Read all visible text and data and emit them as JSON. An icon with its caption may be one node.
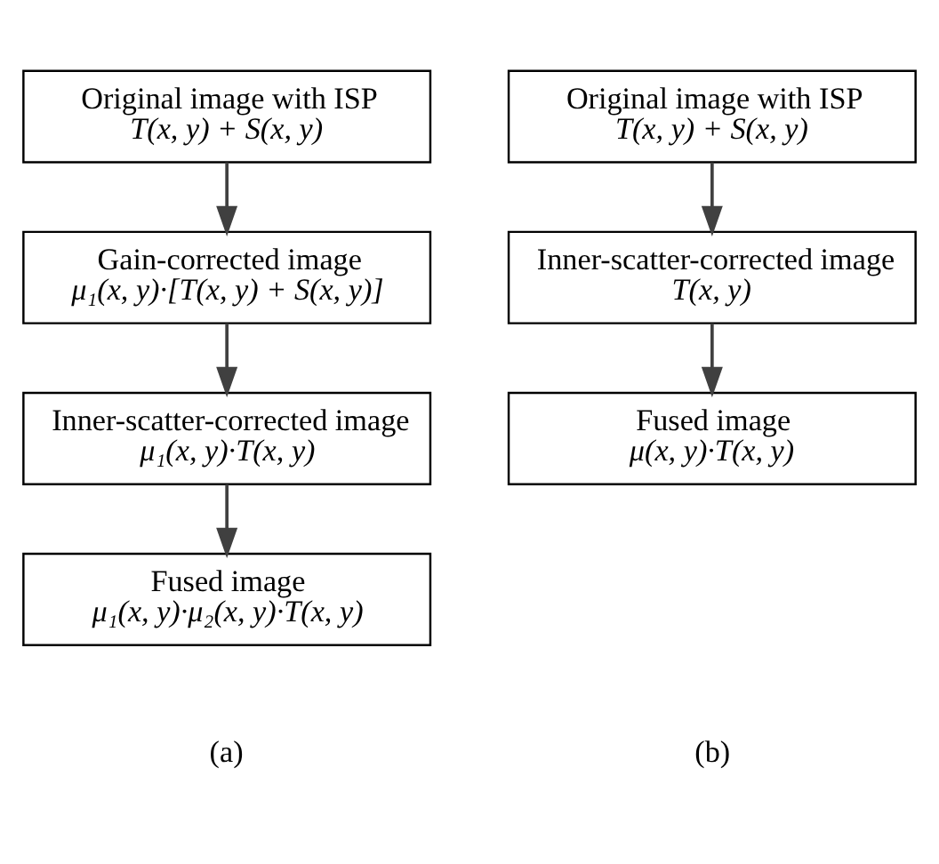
{
  "diagram": {
    "nodes": [
      {
        "text": [
          "Original image with ISP",
          "T(x, y) + S(x, y)"
        ]
      },
      {
        "text": [
          "Gain-corrected image",
          "μ₁(x, y)·[T(x, y) + S(x, y)]"
        ]
      },
      {
        "text": [
          "Inner-scatter-corrected image",
          "μ₁(x, y)·T(x, y)"
        ]
      },
      {
        "text": [
          "Fused image",
          "μ₁(x, y)·μ₂(x, y)·T(x, y)"
        ]
      },
      {
        "text": [
          "Original image with ISP",
          "T(x, y) + S(x, y)"
        ]
      },
      {
        "text": [
          "Inner-scatter-corrected image",
          "T(x, y)"
        ]
      },
      {
        "text": [
          "Fused image",
          "μ(x, y)·T(x, y)"
        ]
      }
    ],
    "edges": [
      {
        "from": 0,
        "to": 1,
        "arrow": "to"
      },
      {
        "from": 1,
        "to": 2,
        "arrow": "to"
      },
      {
        "from": 2,
        "to": 3,
        "arrow": "to"
      },
      {
        "from": 4,
        "to": 5,
        "arrow": "to"
      },
      {
        "from": 5,
        "to": 6,
        "arrow": "to"
      }
    ],
    "labels": [
      "(a)",
      "(b)"
    ]
  }
}
